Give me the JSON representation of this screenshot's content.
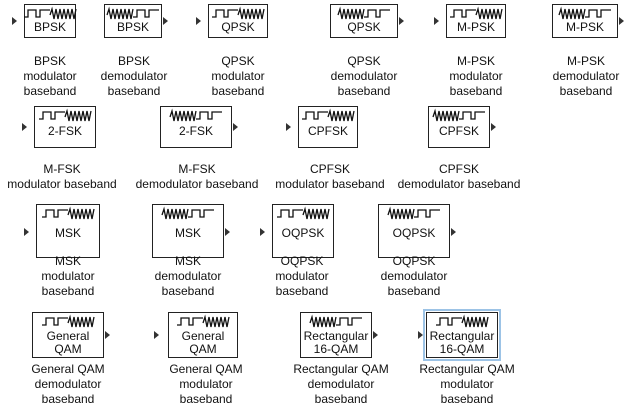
{
  "blocks": [
    {
      "id": "bpsk-mod",
      "label": "BPSK",
      "caption": "BPSK\nmodulator\nbaseband",
      "wave": "mod"
    },
    {
      "id": "bpsk-demod",
      "label": "BPSK",
      "caption": "BPSK\ndemodulator\nbaseband",
      "wave": "demod"
    },
    {
      "id": "qpsk-mod",
      "label": "QPSK",
      "caption": "QPSK\nmodulator\nbaseband",
      "wave": "mod"
    },
    {
      "id": "qpsk-demod",
      "label": "QPSK",
      "caption": "QPSK\ndemodulator\nbaseband",
      "wave": "demod"
    },
    {
      "id": "mpsk-mod",
      "label": "M-PSK",
      "caption": "M-PSK\nmodulator\nbaseband",
      "wave": "mod"
    },
    {
      "id": "mpsk-demod",
      "label": "M-PSK",
      "caption": "M-PSK\ndemodulator\nbaseband",
      "wave": "demod"
    },
    {
      "id": "mfsk-mod",
      "label": "2-FSK",
      "caption": "M-FSK\nmodulator baseband",
      "wave": "mod"
    },
    {
      "id": "mfsk-demod",
      "label": "2-FSK",
      "caption": "M-FSK\ndemodulator baseband",
      "wave": "demod"
    },
    {
      "id": "cpfsk-mod",
      "label": "CPFSK",
      "caption": "CPFSK\nmodulator baseband",
      "wave": "mod"
    },
    {
      "id": "cpfsk-demod",
      "label": "CPFSK",
      "caption": "CPFSK\ndemodulator baseband",
      "wave": "demod"
    },
    {
      "id": "msk-mod",
      "label": "MSK",
      "caption": "MSK\nmodulator\nbaseband",
      "wave": "mod"
    },
    {
      "id": "msk-demod",
      "label": "MSK",
      "caption": "MSK\ndemodulator\nbaseband",
      "wave": "demod"
    },
    {
      "id": "oqpsk-mod",
      "label": "OQPSK",
      "caption": "OQPSK\nmodulator\nbaseband",
      "wave": "mod"
    },
    {
      "id": "oqpsk-demod",
      "label": "OQPSK",
      "caption": "OQPSK\ndemodulator\nbaseband",
      "wave": "demod"
    },
    {
      "id": "gqam-demod",
      "label": "General\nQAM",
      "caption": "General QAM\ndemodulator\nbaseband",
      "wave": "mod"
    },
    {
      "id": "gqam-mod",
      "label": "General\nQAM",
      "caption": "General QAM\nmodulator\nbaseband",
      "wave": "mod"
    },
    {
      "id": "rqam-demod",
      "label": "Rectangular\n16-QAM",
      "caption": "Rectangular QAM\ndemodulator\nbaseband",
      "wave": "demod"
    },
    {
      "id": "rqam-mod",
      "label": "Rectangular\n16-QAM",
      "caption": "Rectangular QAM\nmodulator\nbaseband",
      "wave": "mod",
      "selected": true
    }
  ]
}
